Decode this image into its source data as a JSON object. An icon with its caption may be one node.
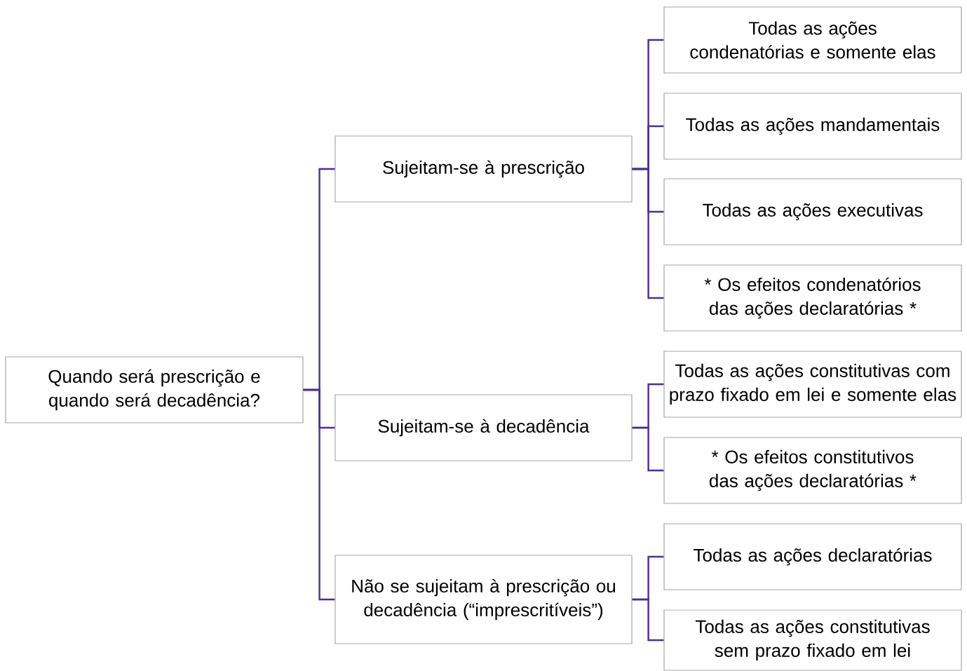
{
  "diagram": {
    "nodes": [
      {
        "text": [
          "Quando será prescrição e quando será decadência?"
        ]
      },
      {
        "text": [
          "Sujeitam-se à prescrição"
        ]
      },
      {
        "text": [
          "Sujeitam-se à decadência"
        ]
      },
      {
        "text": [
          "Não se sujeitam à prescrição ou decadência (“imprescritíveis”)"
        ]
      },
      {
        "text": [
          "Todas as ações condenatórias e somente elas"
        ]
      },
      {
        "text": [
          "Todas as ações mandamentais"
        ]
      },
      {
        "text": [
          "Todas as ações executivas"
        ]
      },
      {
        "text": [
          "* Os efeitos condenatórios das ações declaratórias *"
        ]
      },
      {
        "text": [
          "Todas as ações constitutivas com prazo fixado em lei e somente elas"
        ]
      },
      {
        "text": [
          "* Os efeitos constitutivos das ações declaratórias *"
        ]
      },
      {
        "text": [
          "Todas as ações declaratórias"
        ]
      },
      {
        "text": [
          "Todas as ações constitutivas sem prazo fixado em lei"
        ]
      }
    ],
    "edges": [
      {
        "from": 0,
        "to": 1,
        "arrow": "none"
      },
      {
        "from": 0,
        "to": 2,
        "arrow": "none"
      },
      {
        "from": 0,
        "to": 3,
        "arrow": "none"
      },
      {
        "from": 1,
        "to": 4,
        "arrow": "none"
      },
      {
        "from": 1,
        "to": 5,
        "arrow": "none"
      },
      {
        "from": 1,
        "to": 6,
        "arrow": "none"
      },
      {
        "from": 1,
        "to": 7,
        "arrow": "none"
      },
      {
        "from": 2,
        "to": 8,
        "arrow": "none"
      },
      {
        "from": 2,
        "to": 9,
        "arrow": "none"
      },
      {
        "from": 3,
        "to": 10,
        "arrow": "none"
      },
      {
        "from": 3,
        "to": 11,
        "arrow": "none"
      }
    ]
  }
}
